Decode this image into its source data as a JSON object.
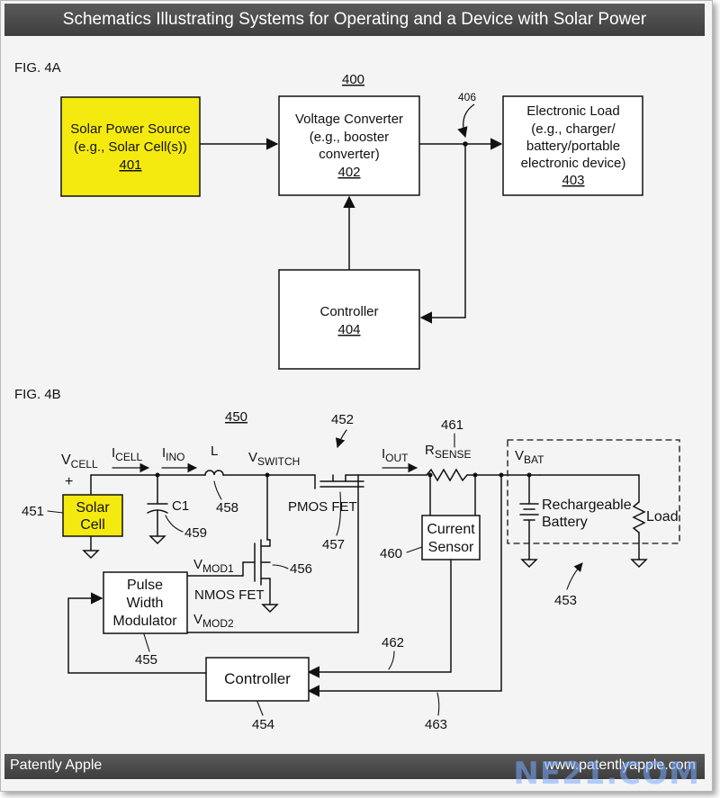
{
  "header": {
    "title": "Schematics Illustrating Systems for Operating and a Device with Solar Power"
  },
  "footer": {
    "left": "Patently Apple",
    "right": "www.patentlyapple.com",
    "watermark": "NE21.COM"
  },
  "fig4a": {
    "label": "FIG. 4A",
    "ref_main": "400",
    "ref_node": "406",
    "solar": {
      "line1": "Solar Power Source",
      "line2": "(e.g., Solar Cell(s))",
      "ref": "401",
      "color": "#f5ea10"
    },
    "converter": {
      "line1": "Voltage Converter",
      "line2": "(e.g., booster",
      "line3": "converter)",
      "ref": "402"
    },
    "load": {
      "line1": "Electronic Load",
      "line2": "(e.g., charger/",
      "line3": "battery/portable",
      "line4": "electronic device)",
      "ref": "403"
    },
    "controller": {
      "line1": "Controller",
      "ref": "404"
    }
  },
  "fig4b": {
    "label": "FIG. 4B",
    "ref_main": "450",
    "vcell": {
      "main": "V",
      "sub": "CELL"
    },
    "plus": "+",
    "icell": {
      "main": "I",
      "sub": "CELL"
    },
    "ino": {
      "main": "I",
      "sub": "INO"
    },
    "inductor": "L",
    "vswitch": {
      "main": "V",
      "sub": "SWITCH"
    },
    "ref_452": "452",
    "iout": {
      "main": "I",
      "sub": "OUT"
    },
    "rsense": {
      "main": "R",
      "sub": "SENSE"
    },
    "ref_461": "461",
    "vbat": {
      "main": "V",
      "sub": "BAT"
    },
    "solar_cell": {
      "line1": "Solar",
      "line2": "Cell",
      "color": "#f5ea10"
    },
    "ref_451": "451",
    "c1": "C1",
    "ref_458": "458",
    "ref_459": "459",
    "pmos": "PMOS FET",
    "ref_457": "457",
    "current_sensor": {
      "line1": "Current",
      "line2": "Sensor"
    },
    "ref_460": "460",
    "battery": {
      "line1": "Rechargeable",
      "line2": "Battery"
    },
    "load": "Load",
    "ref_453": "453",
    "vmod1": {
      "main": "V",
      "sub": "MOD1"
    },
    "ref_456": "456",
    "nmos": "NMOS FET",
    "vmod2": {
      "main": "V",
      "sub": "MOD2"
    },
    "pwm": {
      "line1": "Pulse",
      "line2": "Width",
      "line3": "Modulator"
    },
    "ref_455": "455",
    "ref_462": "462",
    "controller": "Controller",
    "ref_454": "454",
    "ref_463": "463"
  }
}
